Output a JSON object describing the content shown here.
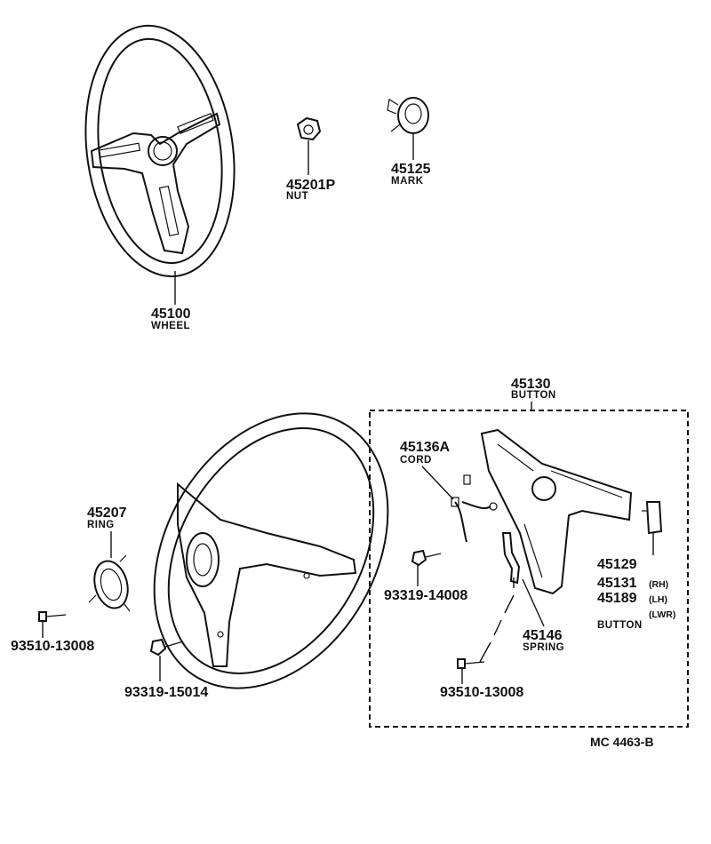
{
  "diagram_code": "MC  4463-B",
  "parts": {
    "wheel_top": {
      "number": "45100",
      "name": "WHEEL"
    },
    "nut": {
      "number": "45201P",
      "name": "NUT"
    },
    "mark": {
      "number": "45125",
      "name": "MARK"
    },
    "button_group": {
      "number": "45130",
      "name": "BUTTON"
    },
    "cord": {
      "number": "45136A",
      "name": "CORD"
    },
    "ring": {
      "number": "45207",
      "name": "RING"
    },
    "screw_left": {
      "number": "93510-13008"
    },
    "bolt_left": {
      "number": "93319-15014"
    },
    "bolt_button": {
      "number": "93319-14008"
    },
    "spring": {
      "number": "45146",
      "name": "SPRING"
    },
    "screw_button": {
      "number": "93510-13008"
    },
    "button_rh": {
      "number": "45129",
      "suffix": "(RH)"
    },
    "button_lh": {
      "number": "45131",
      "suffix": "(LH)"
    },
    "button_lwr": {
      "number": "45189",
      "suffix": "(LWR)",
      "name": "BUTTON"
    }
  }
}
